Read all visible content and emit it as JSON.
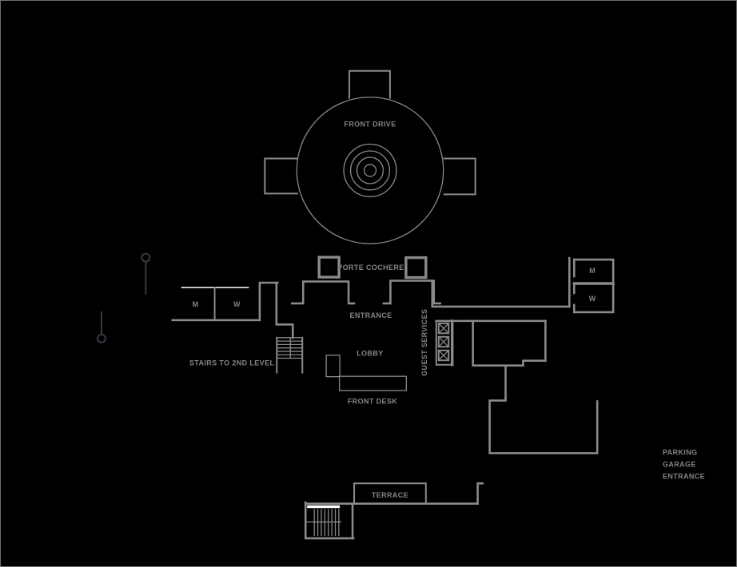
{
  "theme": {
    "bg": "#000000",
    "wall": "#8a8a8a",
    "text": "#858585",
    "marker": "#3c3744",
    "frame": "#6f6f6f",
    "hl": "#ffffff",
    "lt": "#c4c4c4"
  },
  "plan": {
    "front_drive_label": "FRONT DRIVE",
    "porte_cochere_label": "PORTE COCHERE",
    "entrance_label": "ENTRANCE",
    "lobby_label": "LOBBY",
    "front_desk_label": "FRONT DESK",
    "stairs_label": "STAIRS TO 2ND LEVEL",
    "guest_services_label": "GUEST SERVICES",
    "terrace_label": "TERRACE",
    "restrooms_left": {
      "mens": "M",
      "womens": "W"
    },
    "restrooms_right": {
      "mens": "M",
      "womens": "W"
    },
    "parking": {
      "line1": "PARKING",
      "line2": "GARAGE",
      "line3": "ENTRANCE"
    }
  }
}
